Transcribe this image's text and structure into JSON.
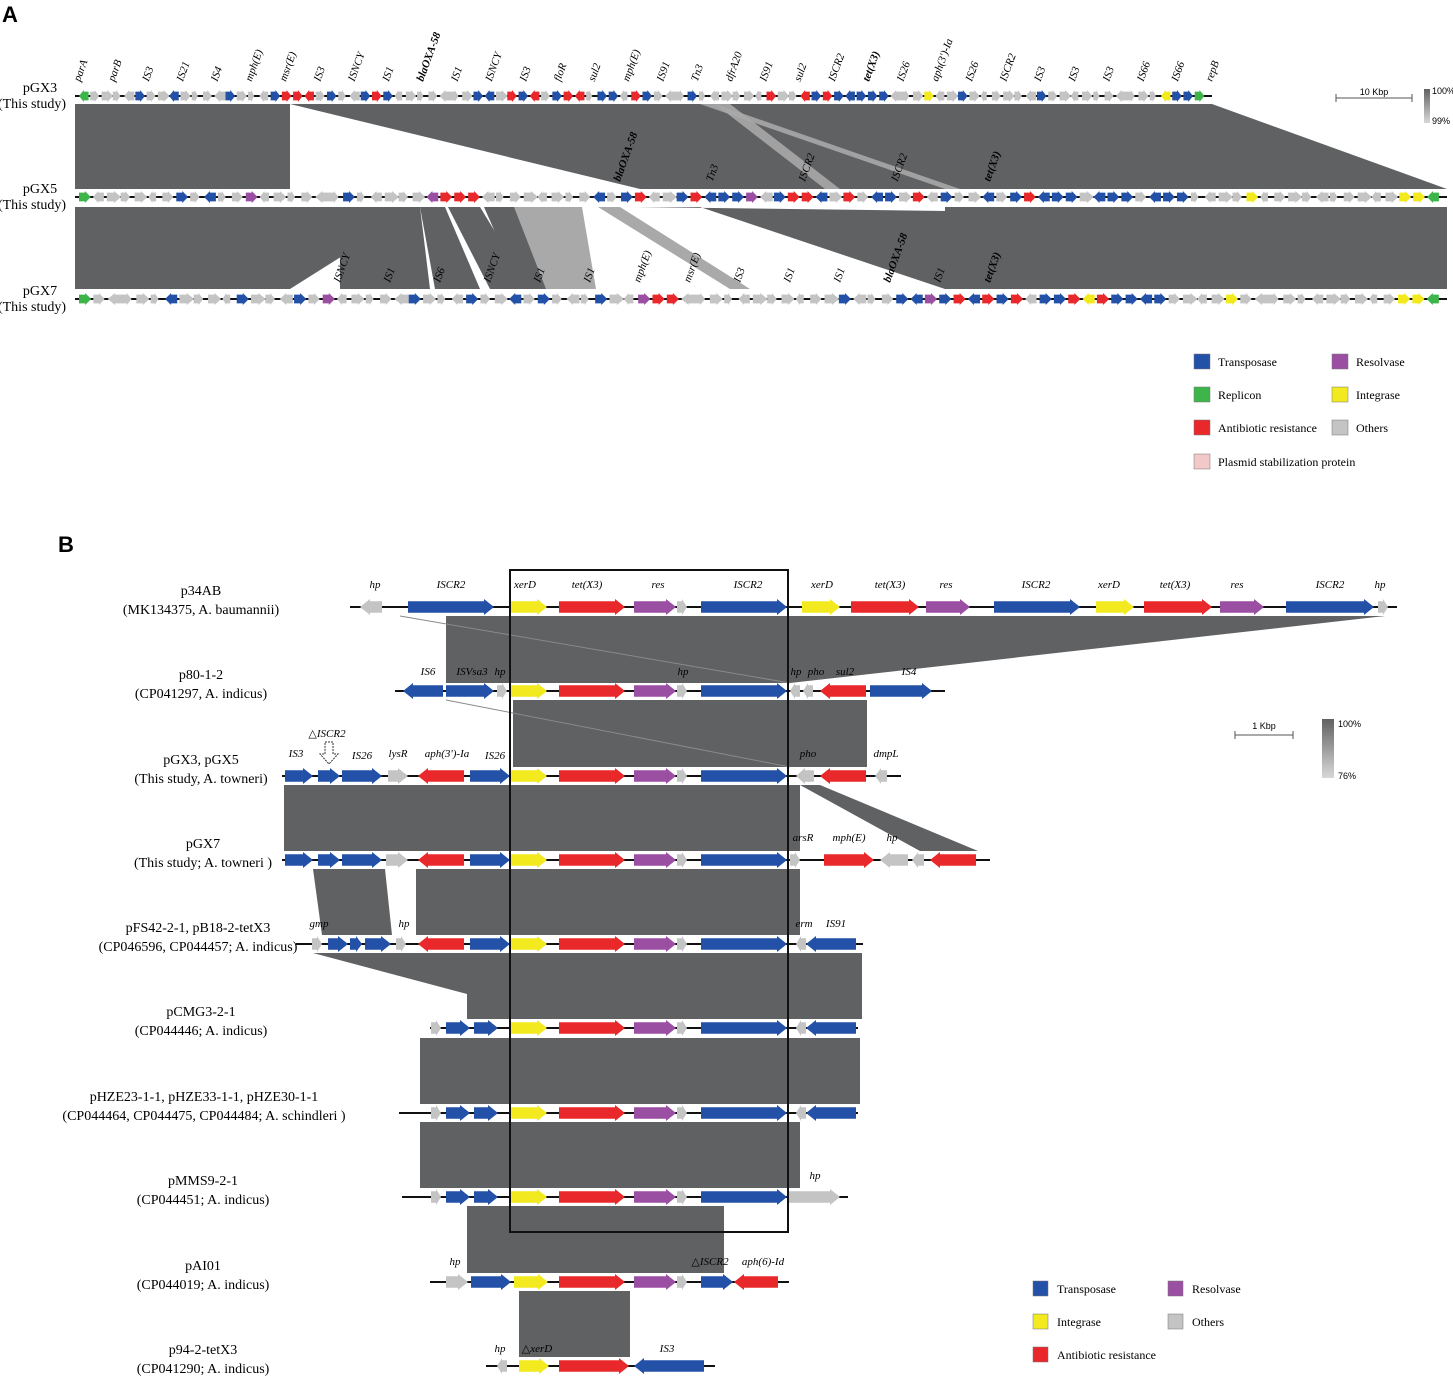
{
  "colors": {
    "transposase": "#2451a8",
    "replicon": "#3eb54a",
    "resistance": "#e8282a",
    "stabilization": "#f2c8c8",
    "resolvase": "#9b4fa3",
    "integrase": "#f2ea1f",
    "others": "#c4c4c4",
    "block_dark": "#5f6163",
    "block_light": "#a9a9a9",
    "inversion": "#8c8c8c"
  },
  "panelA": {
    "letter": "A",
    "tracks": [
      {
        "name": "pGX3",
        "sub": "(This study)"
      },
      {
        "name": "pGX5",
        "sub": "(This study)"
      },
      {
        "name": "pGX7",
        "sub": "(This study)"
      }
    ],
    "labels_pGX3": [
      "parA",
      "parB",
      "IS3",
      "IS21",
      "IS4",
      "mph(E)",
      "msr(E)",
      "IS3",
      "ISNCY",
      "IS1",
      "blaOXA-58",
      "IS1",
      "ISNCY",
      "IS3",
      "floR",
      "sul2",
      "mph(E)",
      "IS91",
      "Tn3",
      "dfrA20",
      "IS91",
      "sul2",
      "ISCR2",
      "tet(X3)",
      "IS26",
      "aph(3')-Ia",
      "IS26",
      "ISCR2",
      "IS3",
      "IS3",
      "IS3",
      "IS66",
      "IS66",
      "repB"
    ],
    "labels_pGX5": [
      "blaOXA-58",
      "Tn3",
      "ISCR2",
      "ISCR2",
      "tet(X3)"
    ],
    "labels_pGX7": [
      "ISNCY",
      "IS1",
      "IS6",
      "ISNCY",
      "IS1",
      "IS1",
      "mph(E)",
      "msr(E)",
      "IS3",
      "IS1",
      "IS1",
      "blaOXA-58",
      "IS1",
      "tet(X3)"
    ],
    "scale": {
      "label": "10 Kbp",
      "grad_top": "100%",
      "grad_bottom": "99%"
    },
    "legend": [
      {
        "label": "Transposase",
        "key": "transposase"
      },
      {
        "label": "Resolvase",
        "key": "resolvase"
      },
      {
        "label": "Replicon",
        "key": "replicon"
      },
      {
        "label": "Integrase",
        "key": "integrase"
      },
      {
        "label": "Antibiotic resistance",
        "key": "resistance"
      },
      {
        "label": "Others",
        "key": "others"
      },
      {
        "label": "Plasmid stabilization protein",
        "key": "stabilization"
      }
    ]
  },
  "panelB": {
    "letter": "B",
    "tracks": [
      {
        "name": "p34AB",
        "sub": "(MK134375, A. baumannii)"
      },
      {
        "name": "p80-1-2",
        "sub": "(CP041297, A. indicus)"
      },
      {
        "name": "pGX3, pGX5",
        "sub": "(This study, A. towneri)"
      },
      {
        "name": "pGX7",
        "sub": "(This study; A. towneri )"
      },
      {
        "name": "pFS42-2-1, pB18-2-tetX3",
        "sub": "(CP046596, CP044457; A. indicus)"
      },
      {
        "name": "pCMG3-2-1",
        "sub": "(CP044446; A. indicus)"
      },
      {
        "name": "pHZE23-1-1, pHZE33-1-1, pHZE30-1-1",
        "sub": "(CP044464, CP044475, CP044484; A. schindleri )"
      },
      {
        "name": "pMMS9-2-1",
        "sub": "(CP044451; A. indicus)"
      },
      {
        "name": "pAI01",
        "sub": "(CP044019; A. indicus)"
      },
      {
        "name": "p94-2-tetX3",
        "sub": "(CP041290; A. indicus)"
      }
    ],
    "gene_labels": [
      [
        "hp",
        "ISCR2",
        "xerD",
        "tet(X3)",
        "res",
        "ISCR2",
        "xerD",
        "tet(X3)",
        "res",
        "ISCR2",
        "xerD",
        "tet(X3)",
        "res",
        "ISCR2",
        "hp"
      ],
      [
        "IS6",
        "ISVsa3",
        "hp",
        "hp",
        "hp",
        "pho",
        "sul2",
        "IS4"
      ],
      [
        "IS3",
        "△ISCR2",
        "IS26",
        "lysR",
        "aph(3')-Ia",
        "IS26",
        "pho",
        "dmpL"
      ],
      [
        "arsR",
        "mph(E)",
        "hp"
      ],
      [
        "gmp",
        "hp",
        "erm",
        "IS91"
      ],
      [],
      [],
      [
        "hp"
      ],
      [
        "hp",
        "△ISCR2",
        "aph(6)-Id"
      ],
      [
        "hp",
        "△xerD",
        "IS3"
      ]
    ],
    "scale": {
      "label": "1 Kbp",
      "grad_top": "100%",
      "grad_bottom": "76%"
    },
    "legend": [
      {
        "label": "Transposase",
        "key": "transposase"
      },
      {
        "label": "Resolvase",
        "key": "resolvase"
      },
      {
        "label": "Integrase",
        "key": "integrase"
      },
      {
        "label": "Others",
        "key": "others"
      },
      {
        "label": "Antibiotic resistance",
        "key": "resistance"
      }
    ]
  }
}
